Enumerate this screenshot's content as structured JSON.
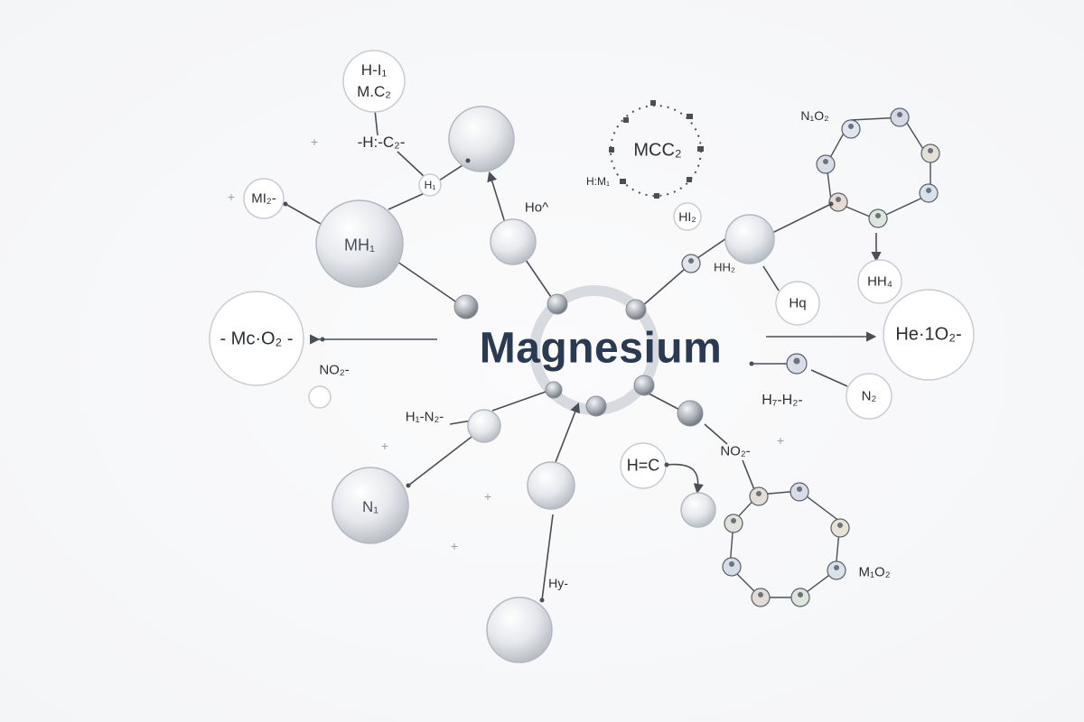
{
  "center": {
    "title": "Magnesium"
  },
  "labels": {
    "top_circle": "H-I₁\nM.C₂",
    "hc_minus": "-H:-C₂-",
    "h1": "H₁",
    "mi2": "MI₂-",
    "mh1": "MH₁",
    "mco2": "- Mc·O₂ -",
    "no2_left": "NO₂-",
    "ho": "Ho^",
    "mcc2": "MCC₂",
    "hm": "H:M₁",
    "hi2": "HI₂",
    "hh2": "HH₂",
    "n1o2": "N₁O₂",
    "hh4": "HH₄",
    "hq": "Hq",
    "he_right": "He·1O₂-",
    "n2": "N₂",
    "hh_mid": "H₇-H₂-",
    "h1n2": "H₁-N₂-",
    "n1": "N₁",
    "hc_eq": "H=C",
    "no2_mid": "NO₂-",
    "hy": "Hy-",
    "mo2": "M₁O₂"
  },
  "colors": {
    "line": "#4a4f57",
    "node_fill": "#eef0f3",
    "node_stroke": "#b9bec6",
    "title": "#2a3a52"
  },
  "icons": [
    "person-avatar-icon"
  ]
}
